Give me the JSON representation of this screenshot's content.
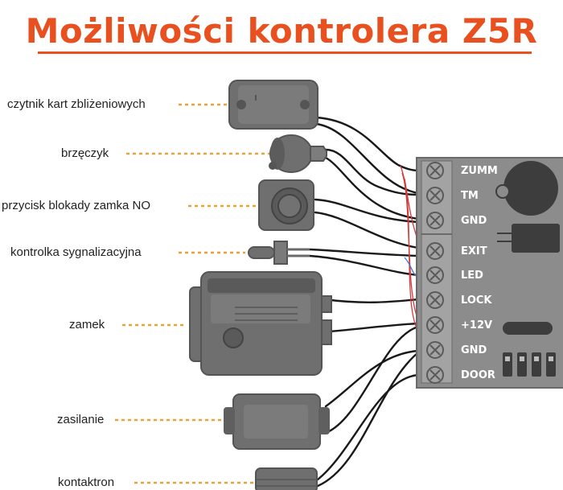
{
  "title": "Możliwości kontrolera Z5R",
  "colors": {
    "title": "#e8501f",
    "leader": "#e8a23a",
    "device": "#6f6f6f",
    "device_dark": "#4a4a4a",
    "board": "#8c8c8c",
    "wire": "#1a1a1a",
    "wire_red": "#d43a3a"
  },
  "labels": [
    {
      "id": "reader",
      "text": "czytnik kart zbliżeniowych"
    },
    {
      "id": "buzzer",
      "text": "brzęczyk"
    },
    {
      "id": "button",
      "text": "przycisk blokady zamka NO"
    },
    {
      "id": "led",
      "text": "kontrolka sygnalizacyjna"
    },
    {
      "id": "lock",
      "text": "zamek"
    },
    {
      "id": "psu",
      "text": "zasilanie"
    },
    {
      "id": "reed",
      "text": "kontaktron"
    }
  ],
  "terminals": [
    "ZUMM",
    "TM",
    "GND",
    "EXIT",
    "LED",
    "LOCK",
    "+12V",
    "GND",
    "DOOR"
  ]
}
